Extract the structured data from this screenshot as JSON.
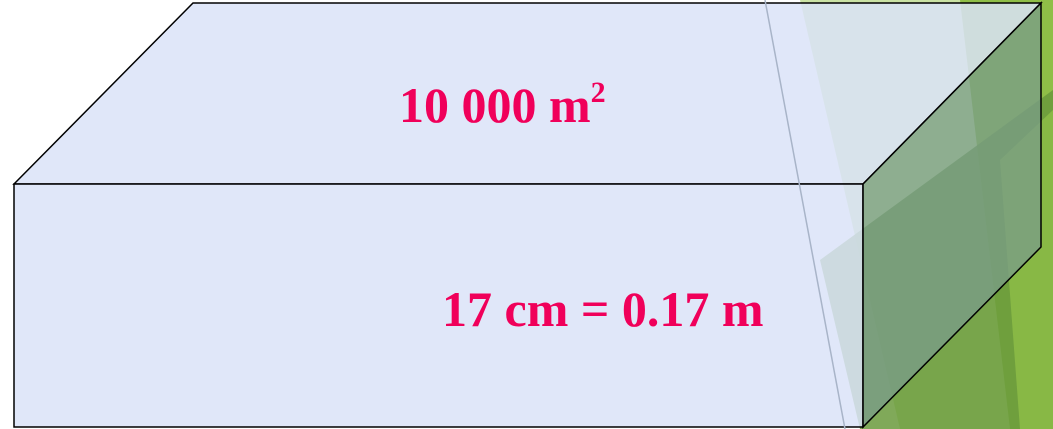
{
  "diagram": {
    "area_value": "10 000 m",
    "area_exponent": "2",
    "height_text": "17 cm = 0.17 m"
  },
  "colors": {
    "box_fill": "#dae3f8",
    "box_stroke": "#000000",
    "label_color": "#f0005a",
    "accent_green_light": "#c5e09a",
    "accent_green_mid": "#8fbe47",
    "accent_green_dark": "#6a9a3c",
    "accent_green_gray": "#7a9c8a"
  }
}
